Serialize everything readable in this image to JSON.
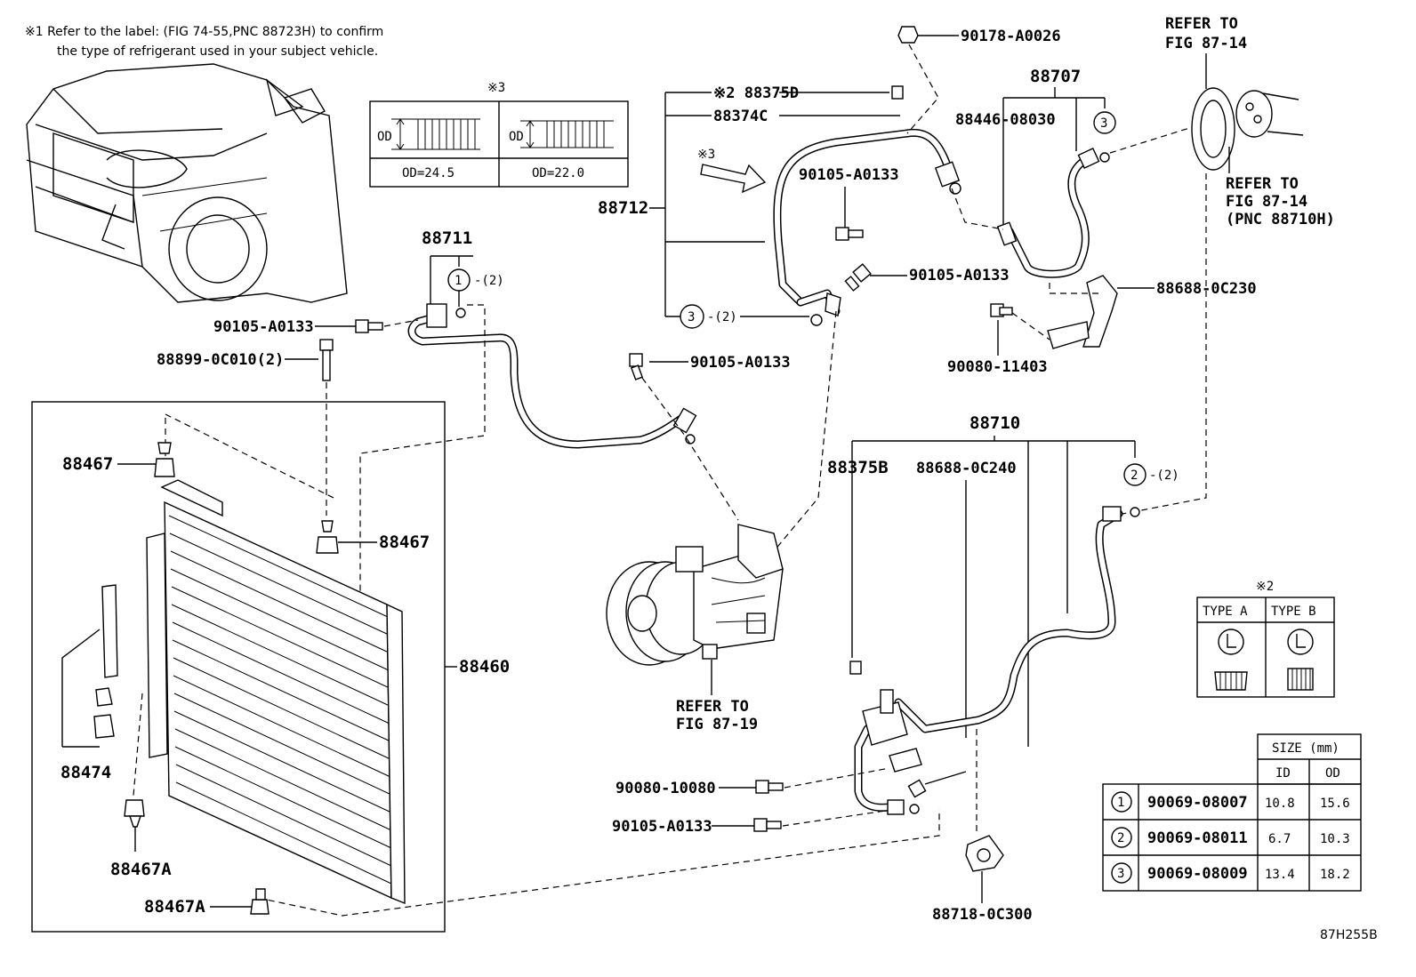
{
  "notes": {
    "note1_line1": "※1 Refer to the label: (FIG 74-55,PNC 88723H) to confirm",
    "note1_line2": "the type of refrigerant used in your subject vehicle."
  },
  "inset3": {
    "mark": "※3",
    "left_label": "OD",
    "left_value": "OD=24.5",
    "right_label": "OD",
    "right_value": "OD=22.0"
  },
  "parts": {
    "p90178": "90178-A0026",
    "p88375D": "※2 88375D",
    "p88374C": "88374C",
    "mark3": "※3",
    "p88712": "88712",
    "p90105_top": "90105-A0133",
    "p90105_mid": "90105-A0133",
    "p88707": "88707",
    "p88446": "88446-08030",
    "p88688_230": "88688-0C230",
    "p90080_11403": "90080-11403",
    "p88711": "88711",
    "p90105_left": "90105-A0133",
    "p88899": "88899-0C010(2)",
    "p90105_comp": "90105-A0133",
    "p88467_a": "88467",
    "p88467_b": "88467",
    "p88460": "88460",
    "p88474": "88474",
    "p88467A_a": "88467A",
    "p88467A_b": "88467A",
    "p88710": "88710",
    "p88375B": "88375B",
    "p88688_240": "88688-0C240",
    "p90080_10080": "90080-10080",
    "p90105_bottom": "90105-A0133",
    "p88718": "88718-0C300",
    "qty2": "-(2)",
    "circle1": "1",
    "circle2": "2",
    "circle3": "3"
  },
  "refs": {
    "ref_top_1": "REFER TO",
    "ref_top_2": "FIG 87-14",
    "ref_side_1": "REFER TO",
    "ref_side_2": "FIG 87-14",
    "ref_side_3": "(PNC 88710H)",
    "ref_comp_1": "REFER TO",
    "ref_comp_2": "FIG 87-19"
  },
  "type_table": {
    "mark": "※2",
    "type_a": "TYPE A",
    "type_b": "TYPE B"
  },
  "size_table": {
    "header": "SIZE (mm)",
    "col_id": "ID",
    "col_od": "OD",
    "rows": [
      {
        "num": "1",
        "part": "90069-08007",
        "id": "10.8",
        "od": "15.6"
      },
      {
        "num": "2",
        "part": "90069-08011",
        "id": "6.7",
        "od": "10.3"
      },
      {
        "num": "3",
        "part": "90069-08009",
        "id": "13.4",
        "od": "18.2"
      }
    ]
  },
  "figure_code": "87H255B"
}
